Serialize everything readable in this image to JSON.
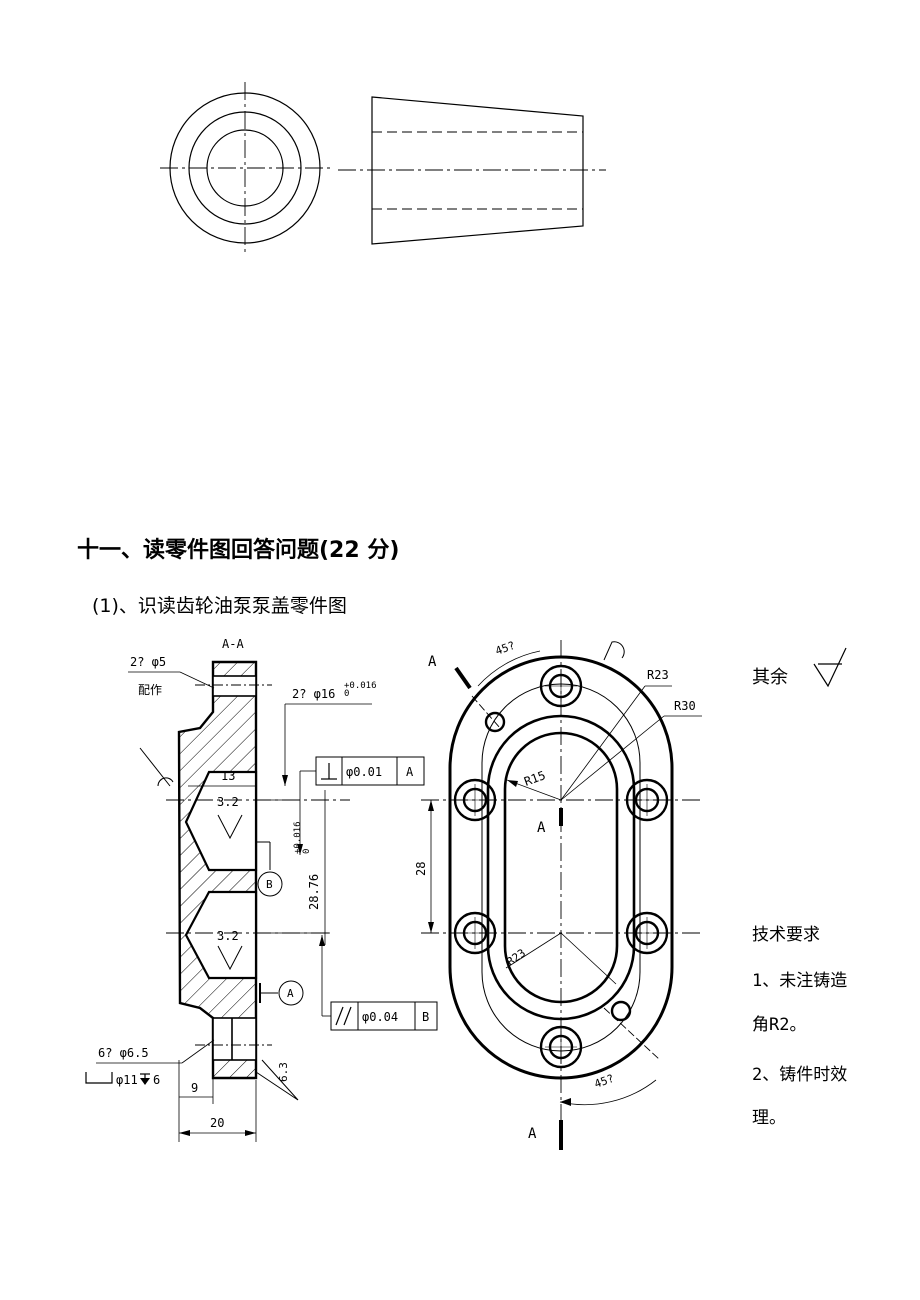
{
  "heading": "十一、读零件图回答问题(22 分)",
  "subheading": "(1)、识读齿轮油泵泵盖零件图",
  "drawing": {
    "section_label": "A-A",
    "section_marks": [
      "A",
      "A",
      "A"
    ],
    "dims": {
      "pin_holes": "2? φ5",
      "pin_note": "配作",
      "bore": "2? φ16",
      "bore_tol_upper": "+0.016",
      "bore_tol_lower": "0",
      "depth_13": "13",
      "rough_1": "3.2",
      "rough_2": "3.2",
      "rough_3": "6.3",
      "center_dist": "28.76",
      "center_tol_upper": "+0.016",
      "center_tol_lower": "0",
      "holes": "6? φ6.5",
      "counterbore": "φ11",
      "cb_depth": "6",
      "dim_9": "9",
      "dim_20": "20",
      "dim_28": "28",
      "r23a": "R23",
      "r30": "R30",
      "r15": "R15",
      "r23b": "R23",
      "angle_top": "45?",
      "angle_bottom": "45?"
    },
    "datum_b": "B",
    "datum_a": "A",
    "fcf_perp": {
      "tol": "φ0.01",
      "datum": "A"
    },
    "fcf_par": {
      "tol": "φ0.04",
      "datum": "B"
    }
  },
  "notes": {
    "qiyu": "其余",
    "title": "技术要求",
    "line1": "1、未注铸造",
    "line2": "角R2。",
    "line3": "2、铸件时效",
    "line4": "理。"
  }
}
